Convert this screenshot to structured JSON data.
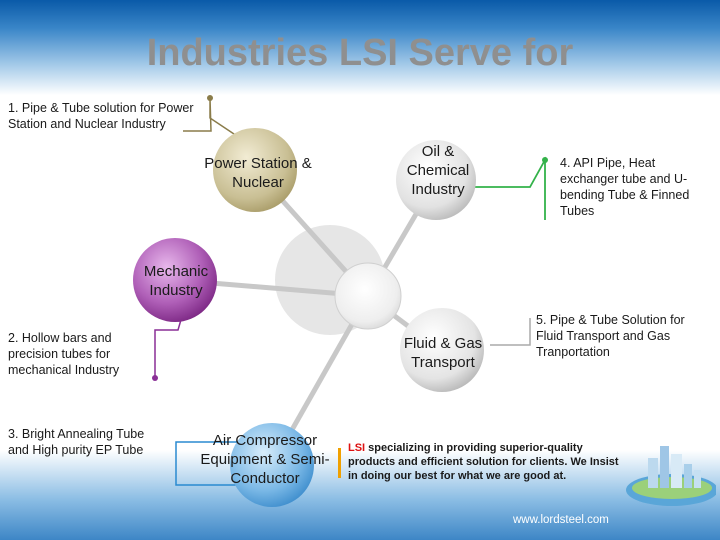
{
  "title": "Industries LSI Serve for",
  "nodes": {
    "power": "Power Station & Nuclear",
    "oil": "Oil & Chemical Industry",
    "mechanic": "Mechanic Industry",
    "fluid": "Fluid & Gas Transport",
    "air": "Air Compressor Equipment & Semi-Conductor"
  },
  "notes": {
    "n1": "1. Pipe & Tube solution for Power Station and Nuclear Industry",
    "n2": "2. Hollow bars and precision tubes for mechanical Industry",
    "n3": "3. Bright Annealing Tube and High purity EP Tube",
    "n4": "4. API Pipe, Heat exchanger tube and U-bending Tube & Finned Tubes",
    "n5": "5. Pipe & Tube Solution for Fluid Transport and Gas Tranportation"
  },
  "lsi": {
    "brand": "LSI",
    "text": " specializing in providing superior-quality products and efficient solution for clients. We Insist in doing our best for what we are good at."
  },
  "website": "www.lordsteel.com",
  "colors": {
    "power": "#c9bf94",
    "oil": "#e2e2e2",
    "mechanic": "#9a3aa0",
    "fluid": "#e4e4e4",
    "air": "#7ab8e6",
    "power_line": "#8a7c4a",
    "oil_line": "#33b24a",
    "mechanic_line": "#8a2f96",
    "air_line": "#2a8ad0"
  }
}
